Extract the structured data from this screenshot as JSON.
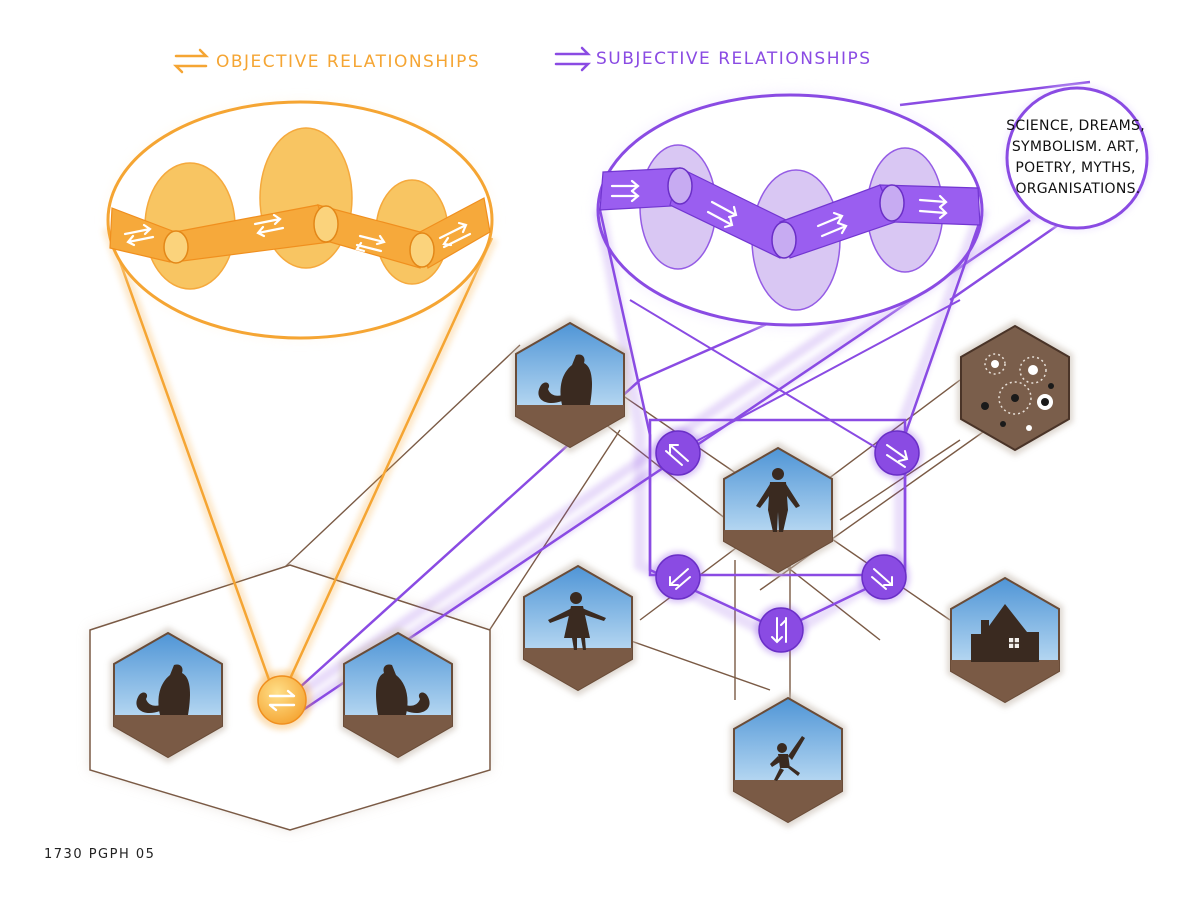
{
  "legend": {
    "objective": {
      "label": "OBJECTIVE RELATIONSHIPS",
      "color": "#f5a533"
    },
    "subjective": {
      "label": "SUBJECTIVE RELATIONSHIPS",
      "color": "#8a4be3"
    }
  },
  "callout": {
    "lines": [
      "SCIENCE, DREAMS,",
      "SYMBOLISM. ART,",
      "POETRY, MYTHS,",
      "ORGANISATIONS."
    ]
  },
  "footer": {
    "code": "1730  PGPH 05"
  },
  "hexagons": [
    {
      "name": "rat-left",
      "icon": "rat-icon"
    },
    {
      "name": "rat-right",
      "icon": "rat-icon"
    },
    {
      "name": "rat-top",
      "icon": "rat-icon"
    },
    {
      "name": "man",
      "icon": "man-icon"
    },
    {
      "name": "woman",
      "icon": "woman-icon"
    },
    {
      "name": "child",
      "icon": "dancing-child-icon"
    },
    {
      "name": "house",
      "icon": "house-icon"
    },
    {
      "name": "aboriginal-art",
      "icon": "dot-painting-icon"
    }
  ],
  "colors": {
    "orange": "#f5a533",
    "purple": "#8a4be3",
    "earth": "#7a5a45",
    "sky": "#5aa0dc"
  }
}
